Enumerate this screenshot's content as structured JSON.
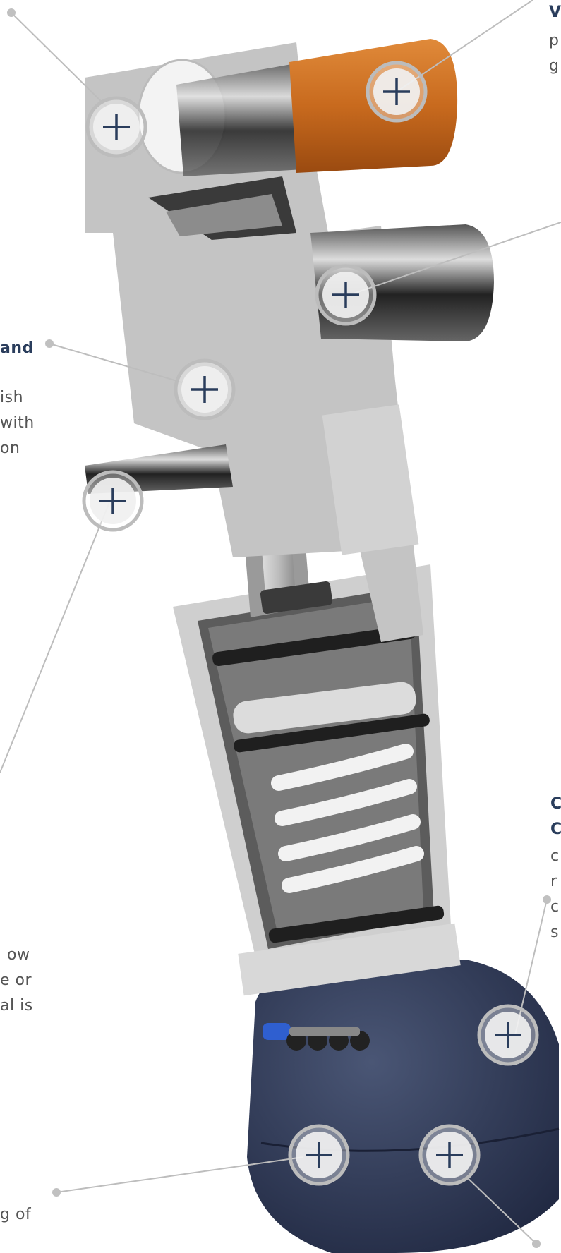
{
  "hotspot_icon": "plus-icon",
  "colors": {
    "accent": "#2a3d5c",
    "leader": "#bdbdbd",
    "hotspot_ring": "#bcbcbc",
    "actuator": "#2b3550",
    "steel": "#c8c8c8",
    "orange": "#c86a1e"
  },
  "labels": {
    "left_heading_fragment": "and",
    "left_line_1": "ish",
    "left_line_2": "with",
    "left_line_3": "on",
    "lower_left_line_1": "ow",
    "lower_left_line_2": "e or",
    "lower_left_line_3": "al is",
    "bottom_left_line_1": "g of",
    "top_right_heading_fragment": "V",
    "top_right_line_1": "p",
    "top_right_line_2": "g",
    "right_line_1": "C",
    "right_line_2": "C",
    "right_line_3": "c",
    "right_line_4": "r",
    "right_line_5": "c",
    "right_line_6": "s"
  }
}
